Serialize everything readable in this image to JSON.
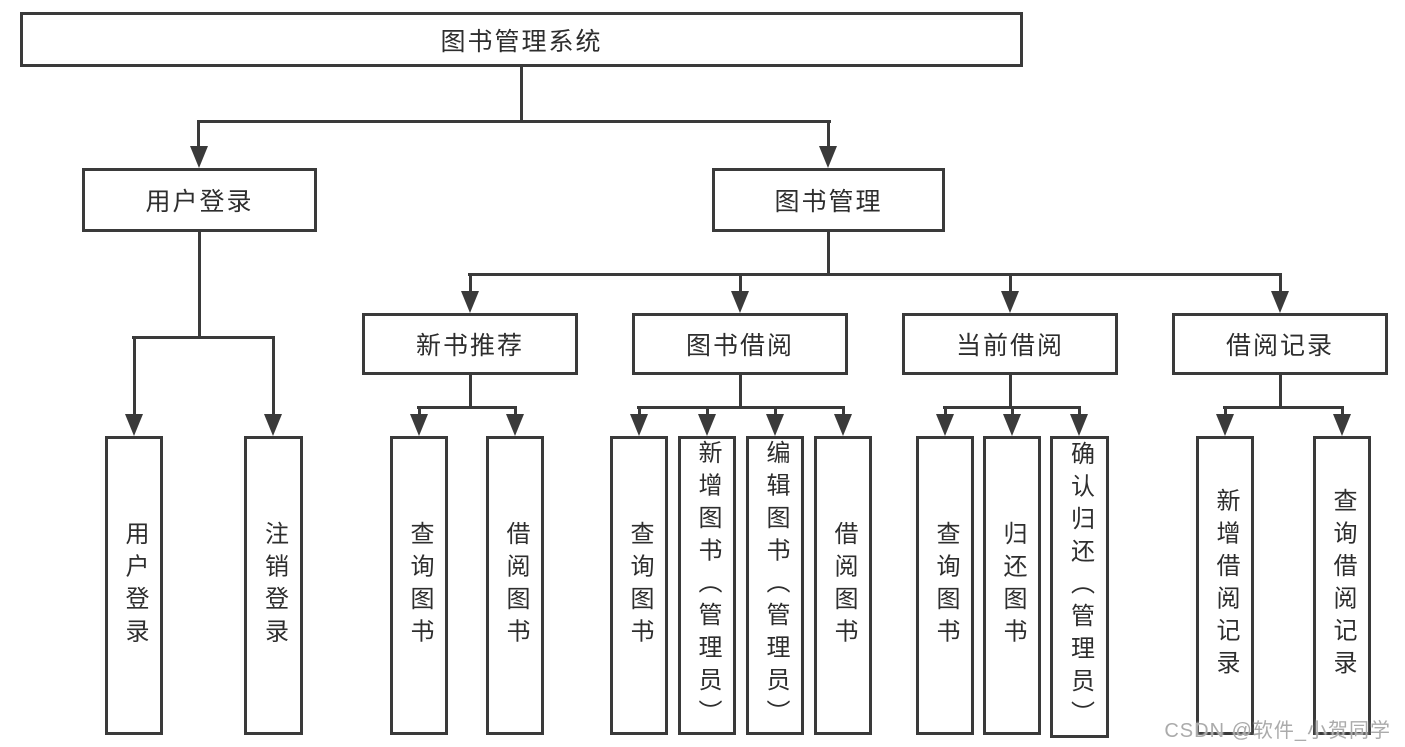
{
  "diagram": {
    "type": "hierarchy-tree",
    "title": "图书管理系统",
    "hierarchy": {
      "图书管理系统": {
        "用户登录": [
          "用户登录",
          "注销登录"
        ],
        "图书管理": {
          "新书推荐": [
            "查询图书",
            "借阅图书"
          ],
          "图书借阅": [
            "查询图书",
            "新增图书（管理员）",
            "编辑图书（管理员）",
            "借阅图书"
          ],
          "当前借阅": [
            "查询图书",
            "归还图书",
            "确认归还（管理员）"
          ],
          "借阅记录": [
            "新增借阅记录",
            "查询借阅记录"
          ]
        }
      }
    }
  },
  "nodes": {
    "root": {
      "label": "图书管理系统"
    },
    "user_login": {
      "label": "用户登录"
    },
    "book_mgmt": {
      "label": "图书管理"
    },
    "new_book": {
      "label": "新书推荐"
    },
    "book_borrow": {
      "label": "图书借阅"
    },
    "current_borrow": {
      "label": "当前借阅"
    },
    "borrow_record": {
      "label": "借阅记录"
    },
    "ul_login": {
      "label": "用户登录"
    },
    "ul_logout": {
      "label": "注销登录"
    },
    "nb_query": {
      "label": "查询图书"
    },
    "nb_borrow": {
      "label": "借阅图书"
    },
    "bb_query": {
      "label": "查询图书"
    },
    "bb_add": {
      "label": "新增图书（管理员）"
    },
    "bb_edit": {
      "label": "编辑图书（管理员）"
    },
    "bb_borrow": {
      "label": "借阅图书"
    },
    "cb_query": {
      "label": "查询图书"
    },
    "cb_return": {
      "label": "归还图书"
    },
    "cb_confirm": {
      "label": "确认归还（管理员）"
    },
    "br_add": {
      "label": "新增借阅记录"
    },
    "br_query": {
      "label": "查询借阅记录"
    }
  },
  "watermark": {
    "text": "CSDN @软件_小贺同学",
    "color": "#ababab"
  },
  "colors": {
    "line": "#3a3a3a",
    "text": "#2e2e2e",
    "background": "#ffffff"
  }
}
